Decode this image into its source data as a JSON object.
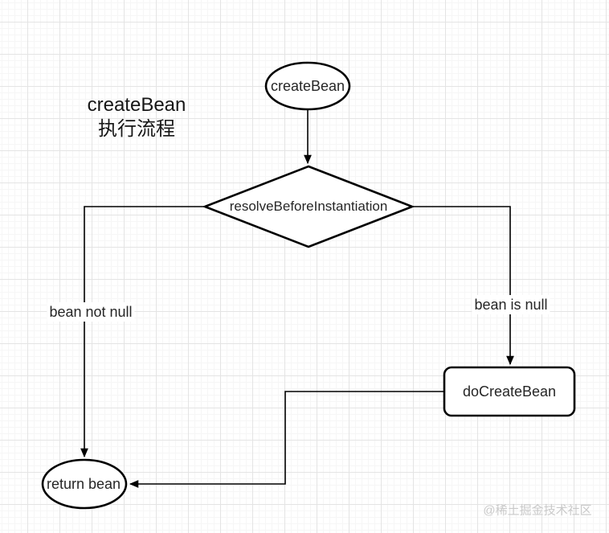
{
  "title": {
    "line1": "createBean",
    "line2": "执行流程"
  },
  "nodes": {
    "start": {
      "label": "createBean",
      "shape": "ellipse"
    },
    "decision": {
      "label": "resolveBeforeInstantiation",
      "shape": "diamond"
    },
    "do_create_bean": {
      "label": "doCreateBean",
      "shape": "rounded-rect"
    },
    "return_bean": {
      "label": "return bean",
      "shape": "ellipse"
    }
  },
  "edge_labels": {
    "left": "bean not null",
    "right": "bean is null"
  },
  "watermark": "@稀土掘金技术社区",
  "colors": {
    "background": "#ffffff",
    "grid_major": "#e4e4e4",
    "grid_minor": "#f6f6f6",
    "shape_stroke": "#000000",
    "shape_fill": "#ffffff",
    "text": "#262626",
    "watermark": "#c9c9c9"
  }
}
